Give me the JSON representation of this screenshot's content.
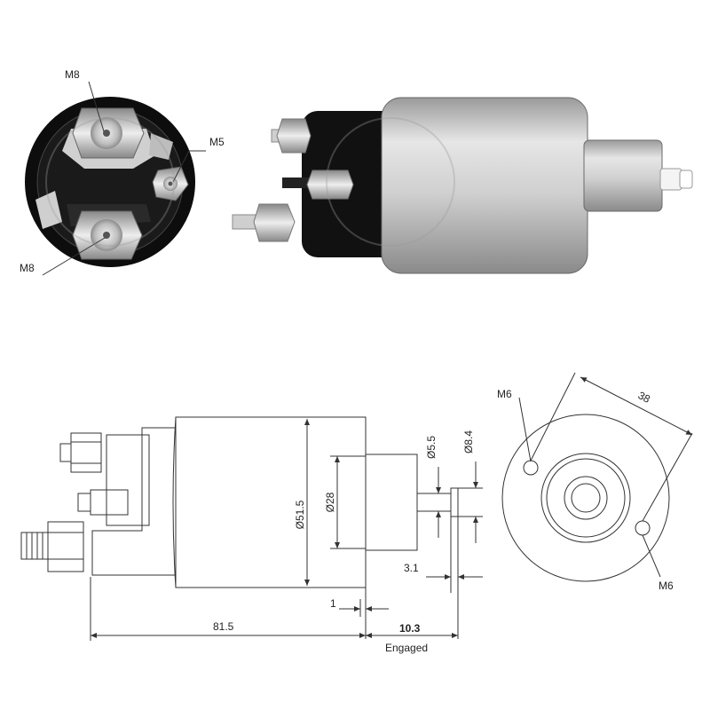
{
  "colors": {
    "line": "#333333",
    "housing": "#c8c8c8",
    "housing_dark": "#7a7a7a",
    "cap": "#111111",
    "metal": "#d9d9d9"
  },
  "photo_front": {
    "label_m8_top": "M8",
    "label_m5": "M5",
    "label_m8_bottom": "M8"
  },
  "drawing_side": {
    "dia_housing": "Ø51.5",
    "dia_plunger_body": "Ø28",
    "dia_rod": "Ø5.5",
    "dia_tip": "Ø8.4",
    "dim_3_1": "3.1",
    "dim_1": "1",
    "dim_length": "81.5",
    "dim_engaged_value": "10.3",
    "dim_engaged_label": "Engaged"
  },
  "drawing_end": {
    "label_m6_top": "M6",
    "label_m6_bottom": "M6",
    "dim_bolt_spacing": "38"
  }
}
